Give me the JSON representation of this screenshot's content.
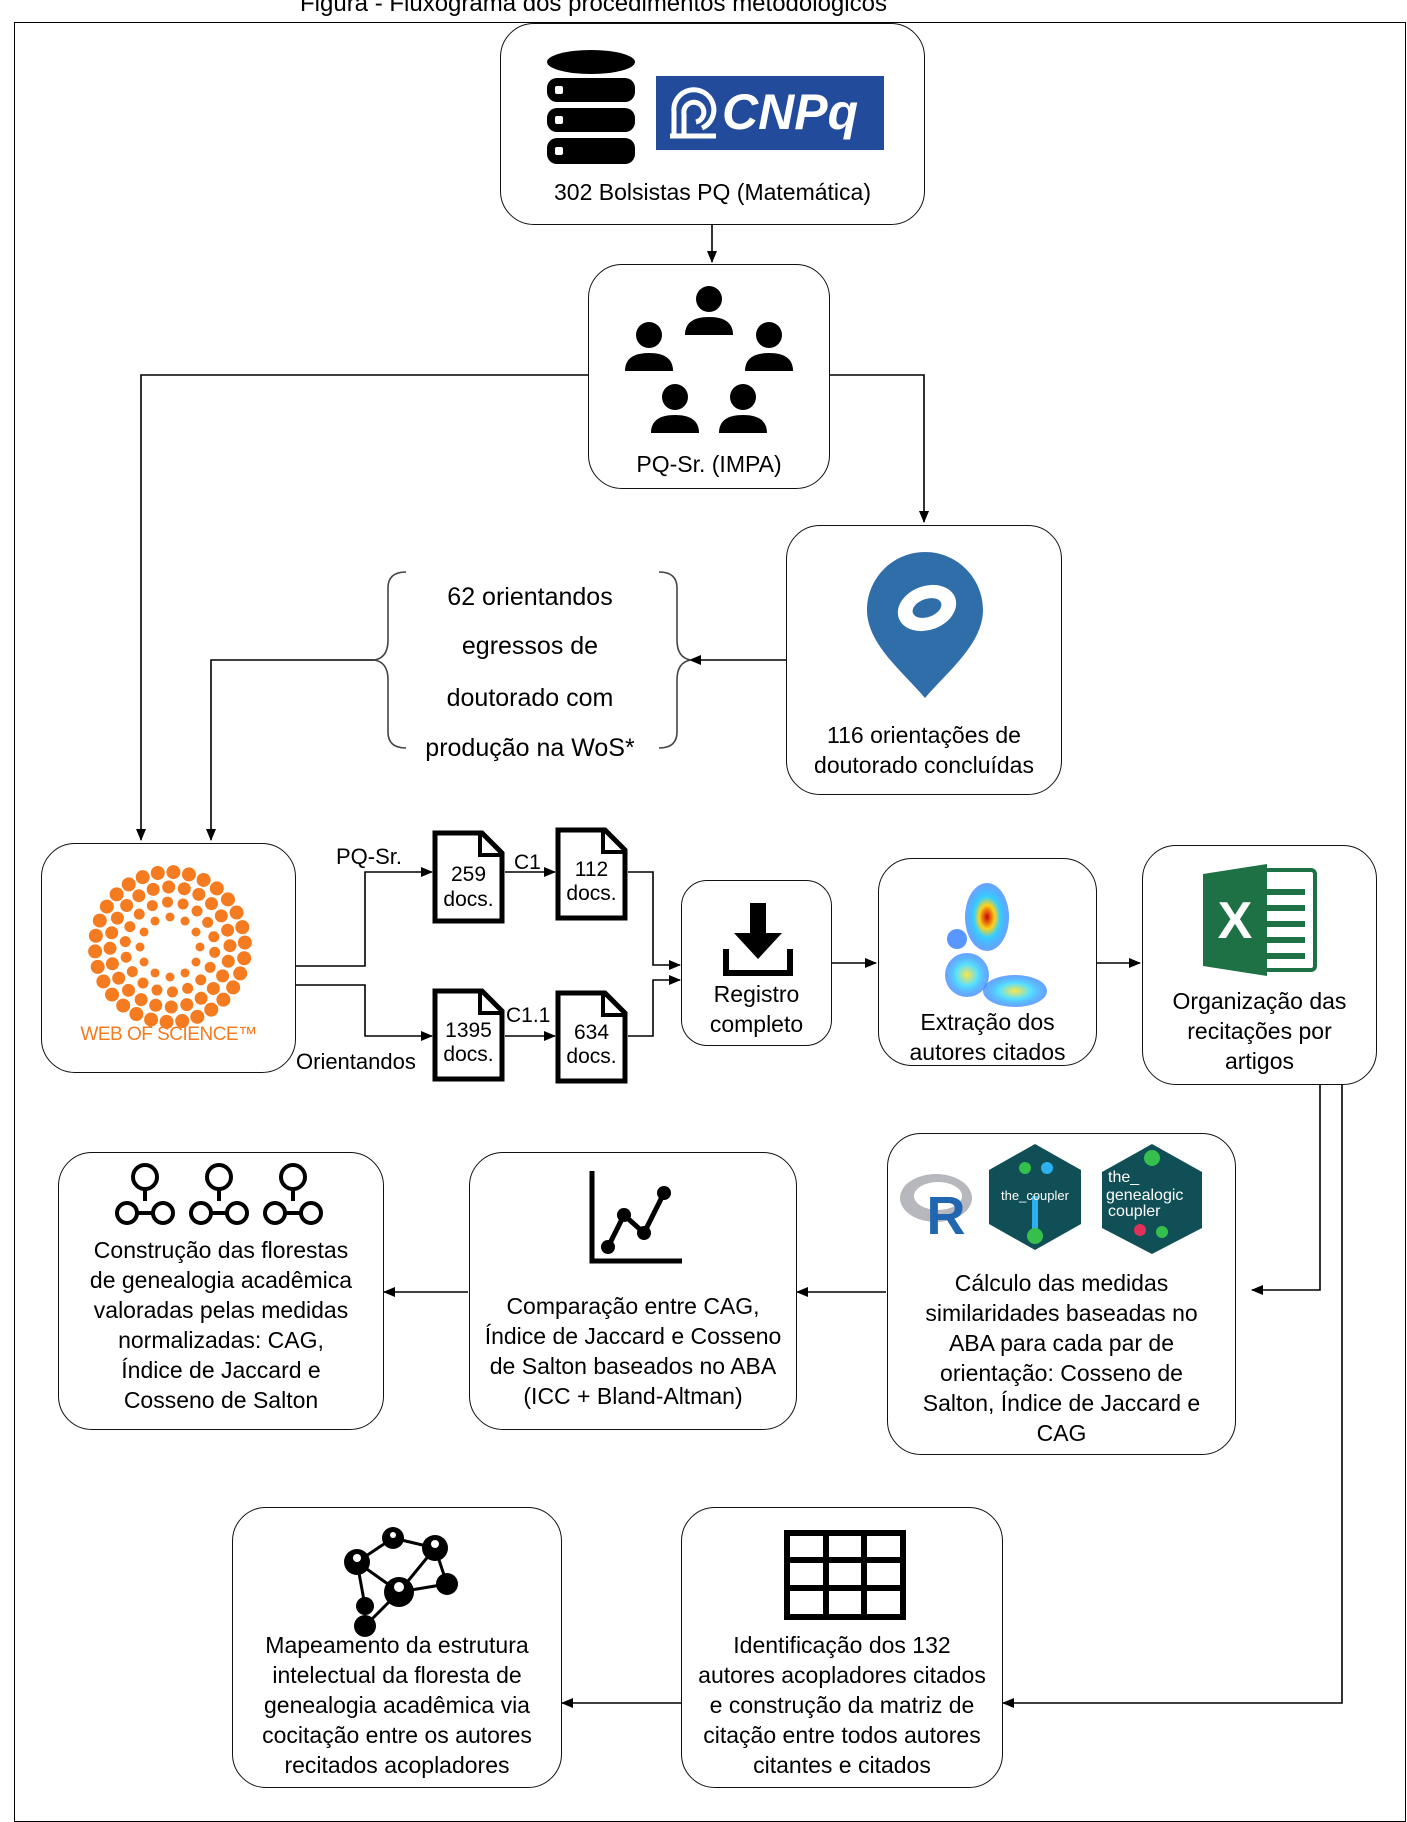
{
  "figure_title": "Figura - Fluxograma dos procedimentos metodológicos",
  "nodes": {
    "cnpq": {
      "logo_text": "CNPq",
      "label": "302 Bolsistas PQ (Matemática)"
    },
    "pq_sr": {
      "label": "PQ-Sr. (IMPA)"
    },
    "genealogy": {
      "line1": "116 orientações de",
      "line2": "doutorado concluídas"
    },
    "orientandos": {
      "lines": [
        "62 orientandos",
        "egressos de",
        "doutorado com",
        "produção na WoS*"
      ]
    },
    "wos": {
      "logo_text": "WEB OF SCIENCE™"
    },
    "docs": {
      "pq_label": "PQ-Sr.",
      "or_label": "Orientandos",
      "c1": "C1",
      "c11": "C1.1",
      "d259": "259",
      "d112": "112",
      "d1395": "1395",
      "d634": "634",
      "unit": "docs."
    },
    "registro": {
      "line1": "Registro",
      "line2": "completo"
    },
    "extracao": {
      "line1": "Extração dos",
      "line2": "autores citados"
    },
    "organizacao": {
      "line1": "Organização das",
      "line2": "recitações por",
      "line3": "artigos"
    },
    "calculo": {
      "r_logo": "R",
      "coupler_logo": "the_coupler",
      "gen_logo_1": "the_",
      "gen_logo_2": "genealogic",
      "gen_logo_3": "coupler",
      "lines": [
        "Cálculo das medidas",
        "similaridades baseadas no",
        "ABA para cada par de",
        "orientação: Cosseno de",
        "Salton, Índice de Jaccard e",
        "CAG"
      ]
    },
    "comparacao": {
      "lines": [
        "Comparação  entre CAG,",
        "Índice de Jaccard e Cosseno",
        "de Salton baseados no ABA",
        "(ICC  + Bland-Altman)"
      ]
    },
    "construcao": {
      "lines": [
        "Construção das florestas",
        "de genealogia  acadêmica",
        "valoradas  pelas medidas",
        "normalizadas: CAG,",
        "Índice de Jaccard e",
        "Cosseno de Salton"
      ]
    },
    "identificacao": {
      "lines": [
        "Identificação dos 132",
        "autores acopladores  citados",
        "e construção da matriz de",
        "citação entre todos autores",
        "citantes e citados"
      ]
    },
    "mapeamento": {
      "lines": [
        "Mapeamento da estrutura",
        "intelectual da floresta de",
        "genealogia acadêmica via",
        "cocitação entre os autores",
        "recitados acopladores"
      ]
    }
  },
  "colors": {
    "cnpq_blue": "#234b9c",
    "wos_orange": "#f47b20",
    "genealogy_blue": "#2f6ea8",
    "excel_green": "#1e7145",
    "hex_dark": "#0f4f55",
    "r_blue": "#2166b0"
  }
}
